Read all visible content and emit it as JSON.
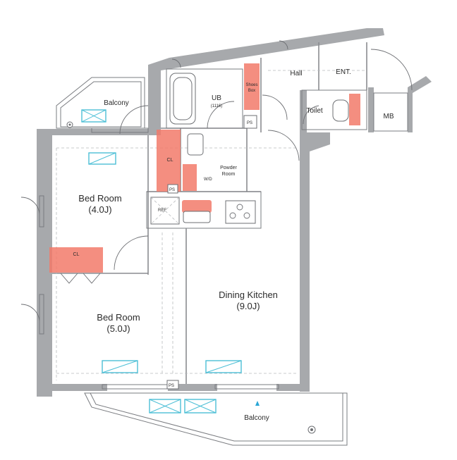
{
  "rooms": {
    "bed_room_1": {
      "name": "Bed Room",
      "size": "(4.0J)"
    },
    "bed_room_2": {
      "name": "Bed Room",
      "size": "(5.0J)"
    },
    "dining_kitchen": {
      "name": "Dining Kitchen",
      "size": "(9.0J)"
    },
    "unit_bath": {
      "name": "UB",
      "size": "(1116)"
    },
    "powder_room": {
      "name": "Powder",
      "name2": "Room"
    },
    "hall": {
      "name": "Hall"
    },
    "entrance": {
      "name": "ENT."
    },
    "toilet": {
      "name": "Toilet"
    },
    "meter_box": {
      "name": "MB"
    },
    "balcony_top": {
      "name": "Balcony"
    },
    "balcony_bottom": {
      "name": "Balcony"
    }
  },
  "fixtures": {
    "closet_1": "CL",
    "closet_2": "CL",
    "shoes_box_1": "Shoes",
    "shoes_box_2": "Box",
    "pipe_space_1": "PS",
    "pipe_space_2": "PS",
    "pipe_space_3": "PS",
    "washer_dryer": "W/D",
    "refrigerator": "REF"
  },
  "colors": {
    "wall": "#a7a9ac",
    "storage": "#f27a6a",
    "air_conditioner": "#4cbfd6",
    "entry_marker": "#2aa7d6"
  }
}
